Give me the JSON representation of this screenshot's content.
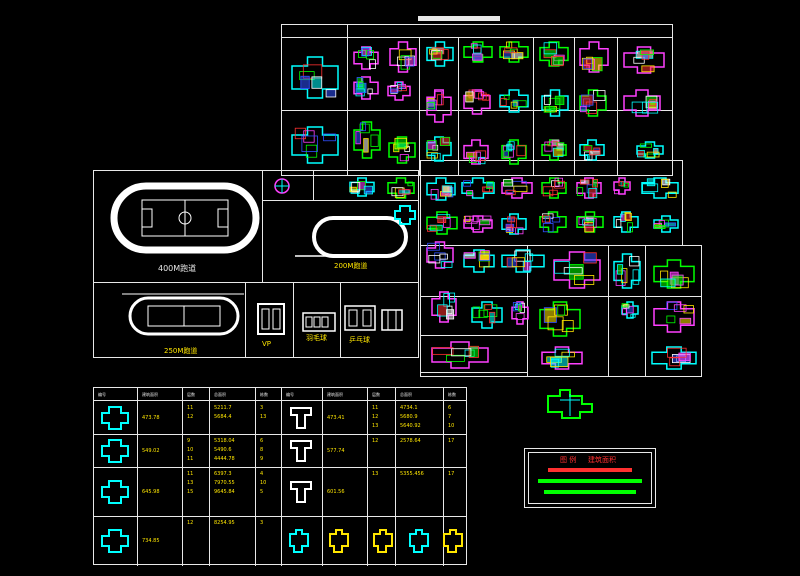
{
  "canvas": {
    "background": "#000000"
  },
  "colors": {
    "line": "#e8e8e8",
    "cyan": "#00ffff",
    "green": "#00ff00",
    "yellow": "#ffe600",
    "red": "#ff3030",
    "magenta": "#ff40ff",
    "blue": "#3050ff"
  },
  "sports": {
    "track_400_label": "400M跑道",
    "track_200_label": "200M跑道",
    "track_small_label": "250M跑道",
    "court_a_label": "VP",
    "court_b_label": "羽毛球",
    "court_c_label": "乒乓球"
  },
  "legend_box": {
    "title": "图 例",
    "title2": "建筑面积",
    "bar_colors": [
      "#ff3030",
      "#00ff00",
      "#00ff00"
    ]
  },
  "table": {
    "headers": [
      "编号",
      "建筑面积",
      "层数",
      "总面积",
      "栋数",
      "编号",
      "建筑面积",
      "层数",
      "总面积",
      "栋数"
    ],
    "rows": [
      {
        "a_area": "473.78",
        "a_floors": [
          "11",
          "12"
        ],
        "a_total": [
          "5211.7",
          "5684.4"
        ],
        "a_count": [
          "3",
          "13"
        ],
        "b_area": "473.41",
        "b_floors": [
          "11",
          "12",
          "13"
        ],
        "b_total": [
          "4734.1",
          "5680.9",
          "5640.92"
        ],
        "b_count": [
          "6",
          "7",
          "10"
        ]
      },
      {
        "a_area": "549.02",
        "a_floors": [
          "9",
          "10",
          "11"
        ],
        "a_total": [
          "5318.04",
          "5490.6",
          "4444.78"
        ],
        "a_count": [
          "6",
          "8",
          "9"
        ],
        "b_area": "577.74",
        "b_floors": [
          "12"
        ],
        "b_total": [
          "2578.64"
        ],
        "b_count": [
          "17"
        ]
      },
      {
        "a_area": "645.98",
        "a_floors": [
          "11",
          "13",
          "15"
        ],
        "a_total": [
          "6397.3",
          "7970.55",
          "9645.84"
        ],
        "a_count": [
          "4",
          "10",
          "5"
        ],
        "b_area": "601.56",
        "b_floors": [
          "13"
        ],
        "b_total": [
          "5355.456"
        ],
        "b_count": [
          "17"
        ]
      },
      {
        "a_area": "734.85",
        "a_floors": [
          "12"
        ],
        "a_total": [
          "8254.95"
        ],
        "a_count": [
          "3"
        ],
        "b_area": "",
        "b_floors": [],
        "b_total": [],
        "b_count": []
      }
    ]
  }
}
